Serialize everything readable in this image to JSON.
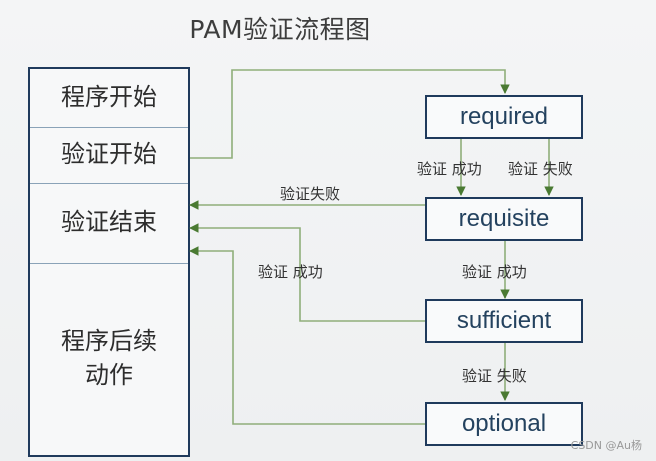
{
  "title": "PAM验证流程图",
  "left_column": {
    "program_start": "程序开始",
    "auth_start": "验证开始",
    "auth_end": "验证结束",
    "followup_line1": "程序后续",
    "followup_line2": "动作"
  },
  "nodes": {
    "required": "required",
    "requisite": "requisite",
    "sufficient": "sufficient",
    "optional": "optional"
  },
  "edge_labels": {
    "required_success": "验证 成功",
    "required_fail": "验证 失败",
    "requisite_fail": "验证失败",
    "requisite_success": "验证 成功",
    "sufficient_success": "验证 成功",
    "sufficient_fail": "验证 失败"
  },
  "colors": {
    "flow_line": "#6f8f59",
    "box_border": "#1f3a5c"
  },
  "watermark": "CSDN @Au杨"
}
